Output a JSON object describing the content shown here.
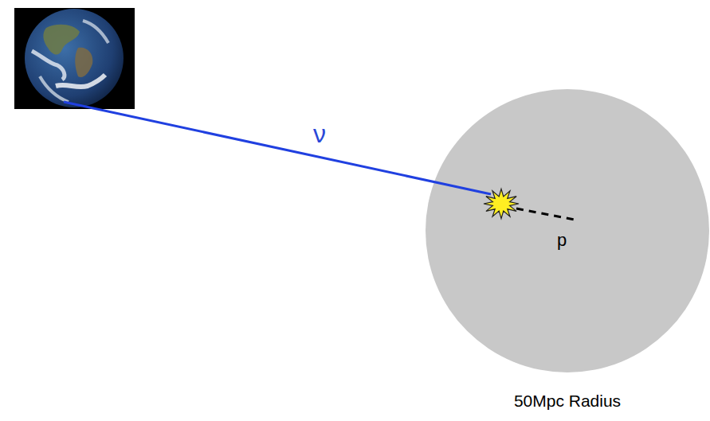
{
  "diagram": {
    "nodes": [
      {
        "text": [
          "p",
          "50Mpc Radius"
        ]
      }
    ],
    "labels": [
      "ν"
    ]
  }
}
